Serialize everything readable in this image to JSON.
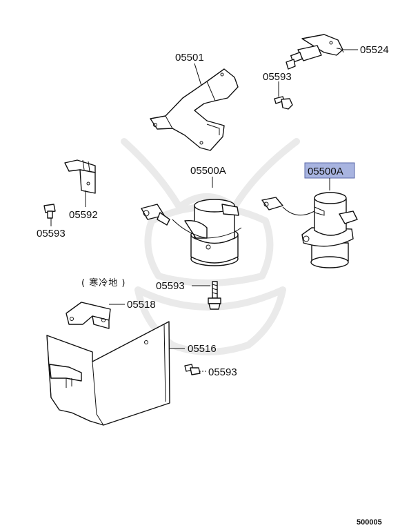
{
  "labels": {
    "bracket_top": "05501",
    "sensor": "05524",
    "bolt_a": "05593",
    "clip": "05592",
    "bolt_b": "05593",
    "pump_left": "05500A",
    "pump_right": "05500A",
    "note": "( 寒冷地 )",
    "bolt_c": "05593",
    "bracket_small": "05518",
    "cover": "05516",
    "bolt_d": "05593"
  },
  "diagram_number": "500005",
  "highlight_color": "#a8b4e0"
}
